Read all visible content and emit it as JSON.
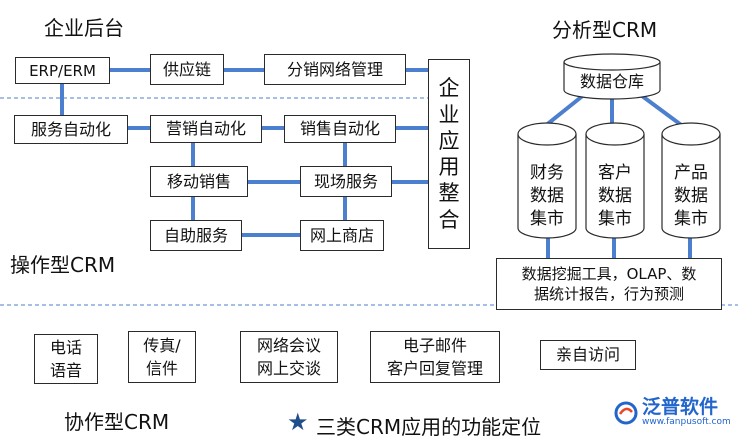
{
  "titles": {
    "enterprise_backend": "企业后台",
    "analytic_crm": "分析型CRM",
    "operational_crm": "操作型CRM",
    "collaborative_crm": "协作型CRM",
    "figure_caption": "三类CRM应用的功能定位"
  },
  "operational": {
    "erp": "ERP/ERM",
    "supply_chain": "供应链",
    "distribution_network": "分销网络管理",
    "service_automation": "服务自动化",
    "marketing_automation": "营销自动化",
    "sales_automation": "销售自动化",
    "mobile_sales": "移动销售",
    "field_service": "现场服务",
    "self_service": "自助服务",
    "online_store": "网上商店"
  },
  "integration": {
    "chars": [
      "企",
      "业",
      "应",
      "用",
      "整",
      "合"
    ]
  },
  "analytic": {
    "data_warehouse": "数据仓库",
    "marts": [
      {
        "lines": [
          "财务",
          "数据",
          "集市"
        ]
      },
      {
        "lines": [
          "客户",
          "数据",
          "集市"
        ]
      },
      {
        "lines": [
          "产品",
          "数据",
          "集市"
        ]
      }
    ],
    "tools": [
      "数据挖掘工具，OLAP、数",
      "据统计报告，行为预测"
    ]
  },
  "collaborative": {
    "channels": [
      {
        "lines": [
          "电话",
          "语音"
        ]
      },
      {
        "lines": [
          "传真/",
          "信件"
        ]
      },
      {
        "lines": [
          "网络会议",
          "网上交谈"
        ]
      },
      {
        "lines": [
          "电子邮件",
          "客户回复管理"
        ]
      },
      {
        "lines": [
          "亲自访问"
        ]
      }
    ]
  },
  "logo": {
    "name": "泛普软件",
    "url": "www.fanpusoft.com"
  },
  "colors": {
    "connector": "#4d7fcf",
    "border": "#2b2b2b",
    "star": "#1f4e8c",
    "logo_blue": "#2266cc"
  }
}
